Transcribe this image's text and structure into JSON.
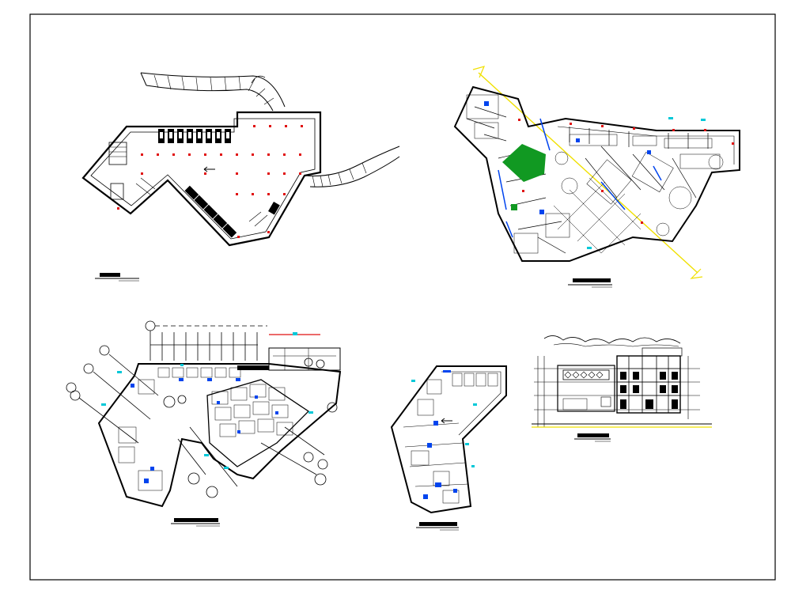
{
  "sheet": {
    "background": "#ffffff",
    "line_color": "#000000",
    "accent_colors": {
      "red": "#e01010",
      "blue": "#0044ee",
      "cyan": "#00c8d8",
      "green": "#119922",
      "yellow": "#f0e000"
    }
  },
  "drawings": [
    {
      "id": "basement-parking-plan",
      "has_title_bar": true
    },
    {
      "id": "ground-floor-plan",
      "has_title_bar": true
    },
    {
      "id": "first-floor-plan",
      "has_title_bar": true
    },
    {
      "id": "upper-floor-plan",
      "has_title_bar": true
    },
    {
      "id": "elevation-section",
      "has_title_bar": true
    }
  ]
}
